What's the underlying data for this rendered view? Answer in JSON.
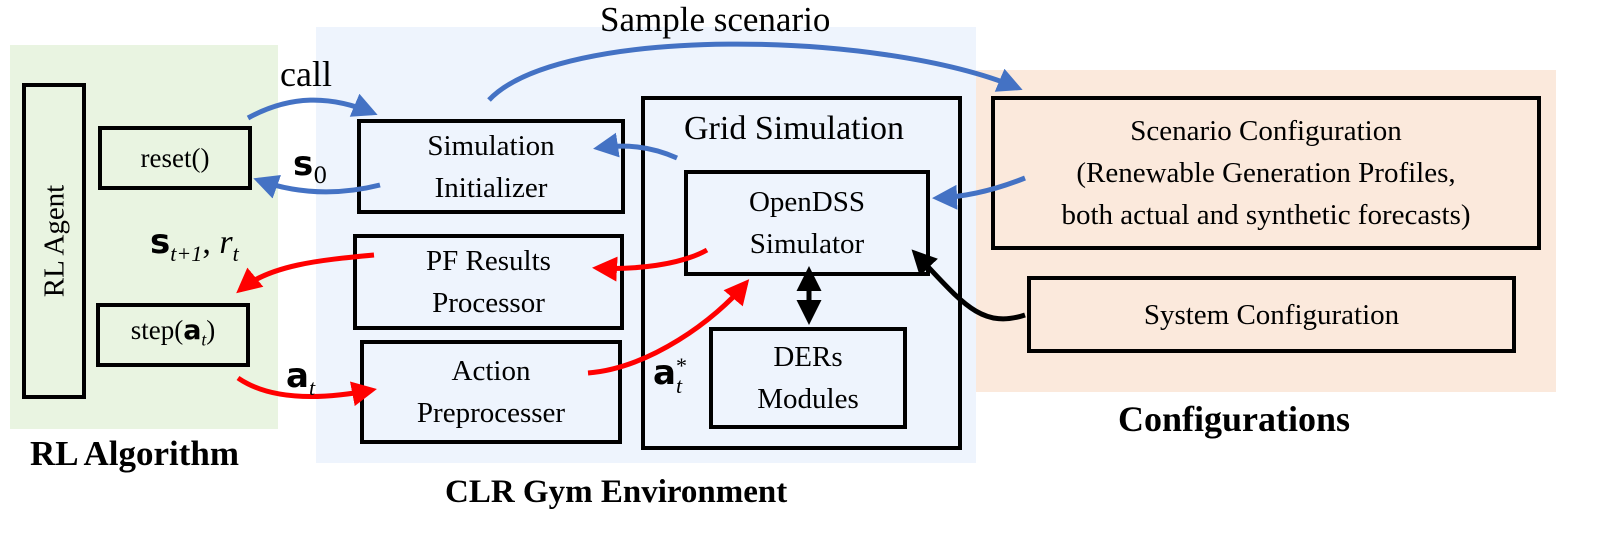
{
  "regions": {
    "rl_algorithm": {
      "label": "RL Algorithm",
      "color": "#e9f4e1"
    },
    "clr_gym": {
      "label": "CLR Gym Environment",
      "color": "#eef4fd"
    },
    "configurations": {
      "label": "Configurations",
      "color": "#fbe9dc"
    }
  },
  "boxes": {
    "rl_agent": "RL Agent",
    "reset": "reset()",
    "step": {
      "prefix": "step(",
      "var": "a",
      "sub": "t",
      "suffix": ")"
    },
    "sim_init": [
      "Simulation",
      "Initializer"
    ],
    "pf_results": [
      "PF Results",
      "Processor"
    ],
    "action_pre": [
      "Action",
      "Preprocesser"
    ],
    "grid_sim_title": "Grid Simulation",
    "opendss": [
      "OpenDSS",
      "Simulator"
    ],
    "ders": [
      "DERs",
      "Modules"
    ],
    "scenario_cfg": [
      "Scenario Configuration",
      "(Renewable Generation Profiles,",
      "both actual and synthetic forecasts)"
    ],
    "system_cfg": "System Configuration"
  },
  "labels": {
    "sample_scenario": "Sample scenario",
    "call": "call",
    "s0": {
      "var": "s",
      "sub": "0"
    },
    "st1_rt": {
      "var": "s",
      "sub": "t+1",
      "sep": ", ",
      "var2": "r",
      "sub2": "t"
    },
    "at": {
      "var": "a",
      "sub": "t"
    },
    "at_star": {
      "var": "a",
      "sub": "t",
      "sup": "*"
    }
  },
  "colors": {
    "blue_arrow": "#4472c4",
    "red_arrow": "#ff0000",
    "black": "#000000"
  }
}
